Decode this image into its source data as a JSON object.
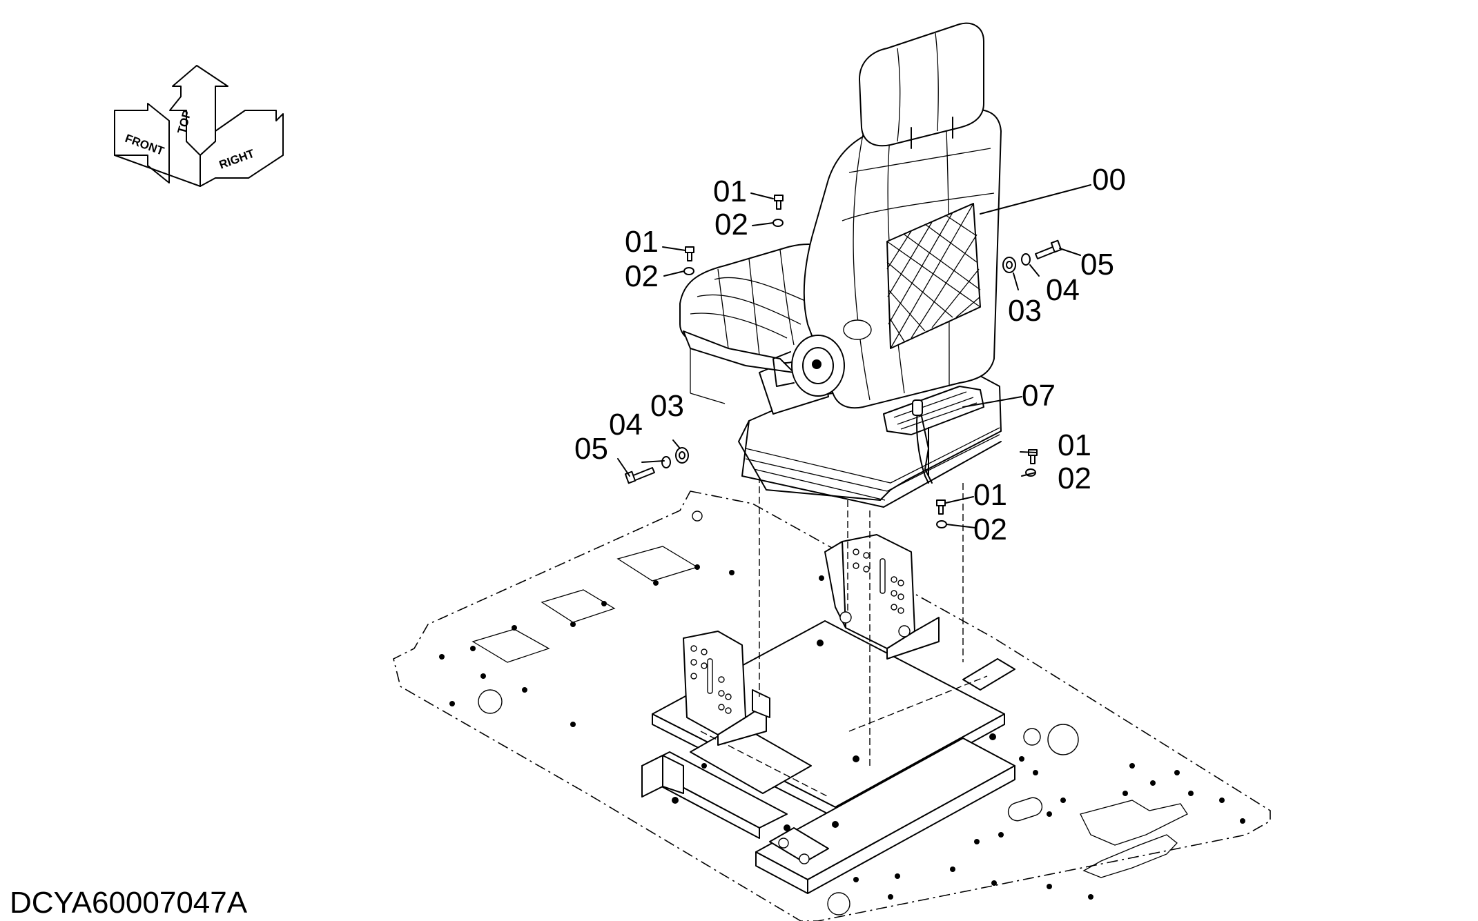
{
  "drawing_code": "DCYA60007047A",
  "orientation_labels": {
    "front": "FRONT",
    "top": "TOP",
    "right": "RIGHT"
  },
  "callouts": [
    {
      "id": "c00",
      "text": "00"
    },
    {
      "id": "c01a",
      "text": "01"
    },
    {
      "id": "c02a",
      "text": "02"
    },
    {
      "id": "c01b",
      "text": "01"
    },
    {
      "id": "c02b",
      "text": "02"
    },
    {
      "id": "c05a",
      "text": "05"
    },
    {
      "id": "c04a",
      "text": "04"
    },
    {
      "id": "c03a",
      "text": "03"
    },
    {
      "id": "c07",
      "text": "07"
    },
    {
      "id": "c03b",
      "text": "03"
    },
    {
      "id": "c04b",
      "text": "04"
    },
    {
      "id": "c05b",
      "text": "05"
    },
    {
      "id": "c01c",
      "text": "01"
    },
    {
      "id": "c02c",
      "text": "02"
    },
    {
      "id": "c01d",
      "text": "01"
    },
    {
      "id": "c02d",
      "text": "02"
    }
  ]
}
